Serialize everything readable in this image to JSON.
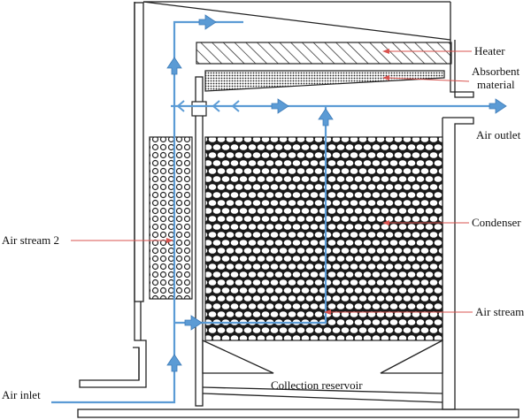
{
  "labels": {
    "heater": "Heater",
    "absorbent_line1": "Absorbent",
    "absorbent_line2": "material",
    "air_outlet": "Air outlet",
    "condenser": "Condenser",
    "air_stream_2": "Air stream 2",
    "air_stream": "Air stream",
    "air_inlet": "Air inlet",
    "collection_reservoir": "Collection reservoir"
  },
  "colors": {
    "structure": "#222222",
    "airflow": "#5b9bd5",
    "callout": "#d9534f",
    "background": "#ffffff"
  }
}
